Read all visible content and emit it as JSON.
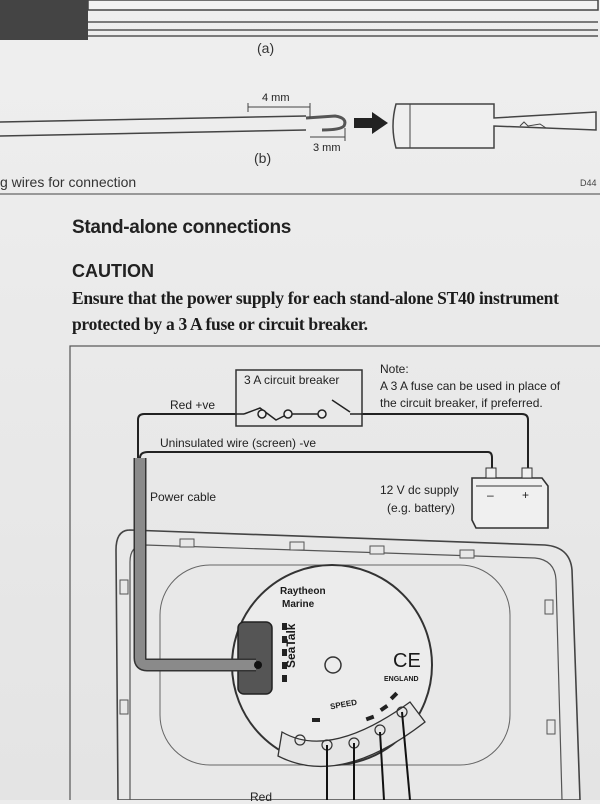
{
  "top_figure": {
    "label_a": "(a)",
    "label_b": "(b)",
    "dim_strip": "4 mm",
    "dim_fold": "3 mm",
    "caption": "g wires for connection",
    "code": "D44"
  },
  "section": {
    "heading": "Stand-alone connections",
    "caution_title": "CAUTION",
    "caution_line1": "Ensure that the power supply for each stand-alone ST40 instrument",
    "caution_line2": "protected by a 3 A fuse or circuit breaker."
  },
  "diagram": {
    "breaker_label": "3 A circuit breaker",
    "note_title": "Note:",
    "note_line1": "A 3 A fuse can be used in place of",
    "note_line2": "the circuit breaker, if preferred.",
    "red_wire": "Red +ve",
    "screen_wire": "Uninsulated wire (screen) -ve",
    "power_cable": "Power cable",
    "supply_line1": "12 V dc supply",
    "supply_line2": "(e.g. battery)",
    "battery_minus": "–",
    "battery_plus": "+",
    "brand_line1": "Raytheon",
    "brand_line2": "Marine",
    "seatalk": "SeaTalk",
    "ce_mark": "CE",
    "country": "ENGLAND",
    "speed": "SPEED",
    "bottom_cut": "Red"
  }
}
